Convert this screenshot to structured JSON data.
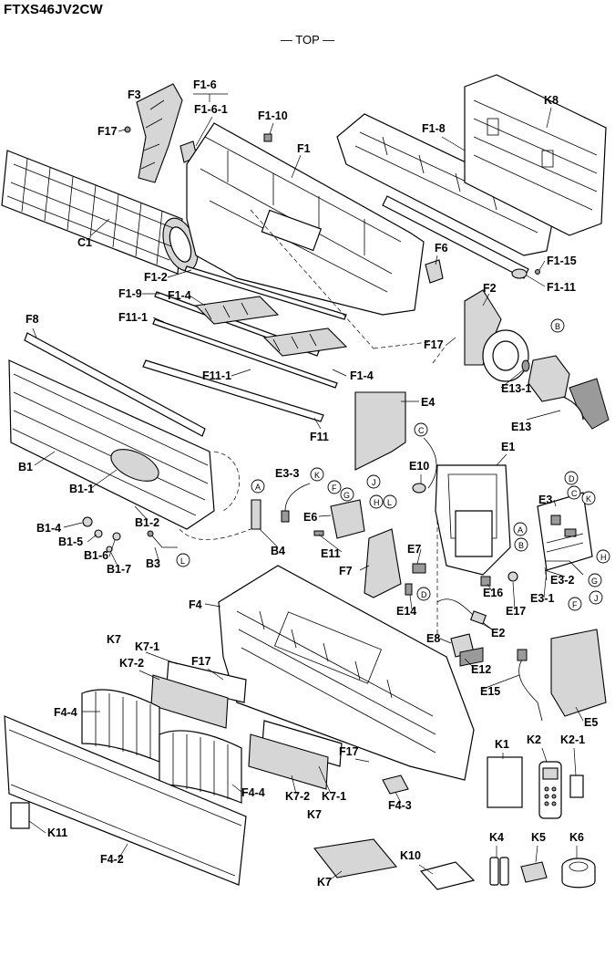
{
  "header": {
    "model": "FTXS46JV2CW",
    "orientation": "— TOP —"
  },
  "labels": {
    "f3": "F3",
    "f17a": "F17",
    "f1_6": "F1-6",
    "f1_6_1": "F1-6-1",
    "f1_10": "F1-10",
    "f1": "F1",
    "f1_8": "F1-8",
    "k8": "K8",
    "c1": "C1",
    "f6": "F6",
    "f1_15": "F1-15",
    "f1_11": "F1-11",
    "f1_2": "F1-2",
    "f1_9": "F1-9",
    "f1_4a": "F1-4",
    "f11_1a": "F11-1",
    "f2": "F2",
    "f17b": "F17",
    "f8": "F8",
    "f11_1b": "F11-1",
    "f1_4b": "F1-4",
    "e13_1": "E13-1",
    "e4": "E4",
    "e13": "E13",
    "f11": "F11",
    "b1": "B1",
    "e1": "E1",
    "e10": "E10",
    "e3_3": "E3-3",
    "b1_1": "B1-1",
    "e3": "E3",
    "e6": "E6",
    "b1_4": "B1-4",
    "b1_2": "B1-2",
    "b1_5": "B1-5",
    "e11": "E11",
    "b4": "B4",
    "b1_6": "B1-6",
    "b3": "B3",
    "e7": "E7",
    "b1_7": "B1-7",
    "f7": "F7",
    "e3_2": "E3-2",
    "f4": "F4",
    "e16": "E16",
    "e14": "E14",
    "e17": "E17",
    "e3_1": "E3-1",
    "e2": "E2",
    "k7_top": "K7",
    "k7_1a": "K7-1",
    "e8": "E8",
    "k7_2a": "K7-2",
    "f17c": "F17",
    "e12": "E12",
    "e15": "E15",
    "e5": "E5",
    "f4_4a": "F4-4",
    "f17d": "F17",
    "k1": "K1",
    "k2": "K2",
    "k2_1": "K2-1",
    "f4_4b": "F4-4",
    "k7_2b": "K7-2",
    "k7_1b": "K7-1",
    "k7_mid": "K7",
    "f4_3": "F4-3",
    "k11": "K11",
    "f4_2": "F4-2",
    "k4": "K4",
    "k5": "K5",
    "k6": "K6",
    "k10": "K10",
    "k7_bot": "K7"
  },
  "connectors": {
    "b": "B",
    "c": "C",
    "k": "K",
    "f": "F",
    "g": "G",
    "j": "J",
    "h": "H",
    "l": "L",
    "a": "A",
    "d": "D"
  }
}
